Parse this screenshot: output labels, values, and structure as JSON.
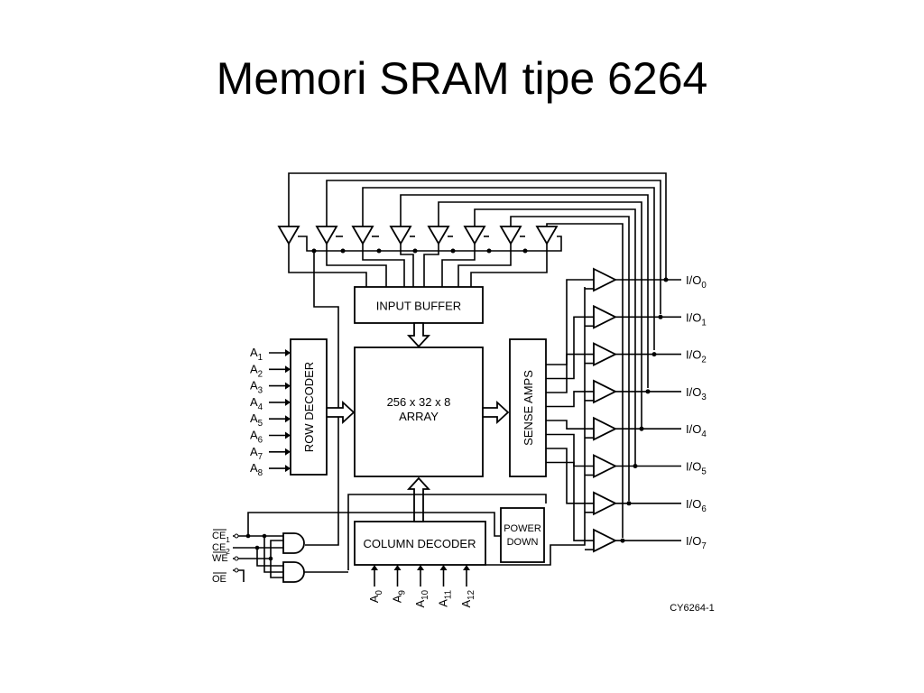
{
  "title": "Memori SRAM tipe 6264",
  "blocks": {
    "input_buffer": "INPUT BUFFER",
    "row_decoder": "ROW DECODER",
    "array_line1": "256 x 32 x 8",
    "array_line2": "ARRAY",
    "sense_amps": "SENSE AMPS",
    "column_decoder": "COLUMN DECODER",
    "power_down_line1": "POWER",
    "power_down_line2": "DOWN"
  },
  "row_address_pins": [
    {
      "base": "A",
      "sub": "1"
    },
    {
      "base": "A",
      "sub": "2"
    },
    {
      "base": "A",
      "sub": "3"
    },
    {
      "base": "A",
      "sub": "4"
    },
    {
      "base": "A",
      "sub": "5"
    },
    {
      "base": "A",
      "sub": "6"
    },
    {
      "base": "A",
      "sub": "7"
    },
    {
      "base": "A",
      "sub": "8"
    }
  ],
  "column_address_pins": [
    {
      "base": "A",
      "sub": "0"
    },
    {
      "base": "A",
      "sub": "9"
    },
    {
      "base": "A",
      "sub": "10"
    },
    {
      "base": "A",
      "sub": "11"
    },
    {
      "base": "A",
      "sub": "12"
    }
  ],
  "io_pins": [
    {
      "base": "I/O",
      "sub": "0"
    },
    {
      "base": "I/O",
      "sub": "1"
    },
    {
      "base": "I/O",
      "sub": "2"
    },
    {
      "base": "I/O",
      "sub": "3"
    },
    {
      "base": "I/O",
      "sub": "4"
    },
    {
      "base": "I/O",
      "sub": "5"
    },
    {
      "base": "I/O",
      "sub": "6"
    },
    {
      "base": "I/O",
      "sub": "7"
    }
  ],
  "control_pins": [
    {
      "base": "CE",
      "sub": "1",
      "overbar": true
    },
    {
      "base": "CE",
      "sub": "2",
      "overbar": false
    },
    {
      "base": "WE",
      "sub": "",
      "overbar": true
    },
    {
      "base": "OE",
      "sub": "",
      "overbar": true
    }
  ],
  "figure_id": "CY6264-1"
}
